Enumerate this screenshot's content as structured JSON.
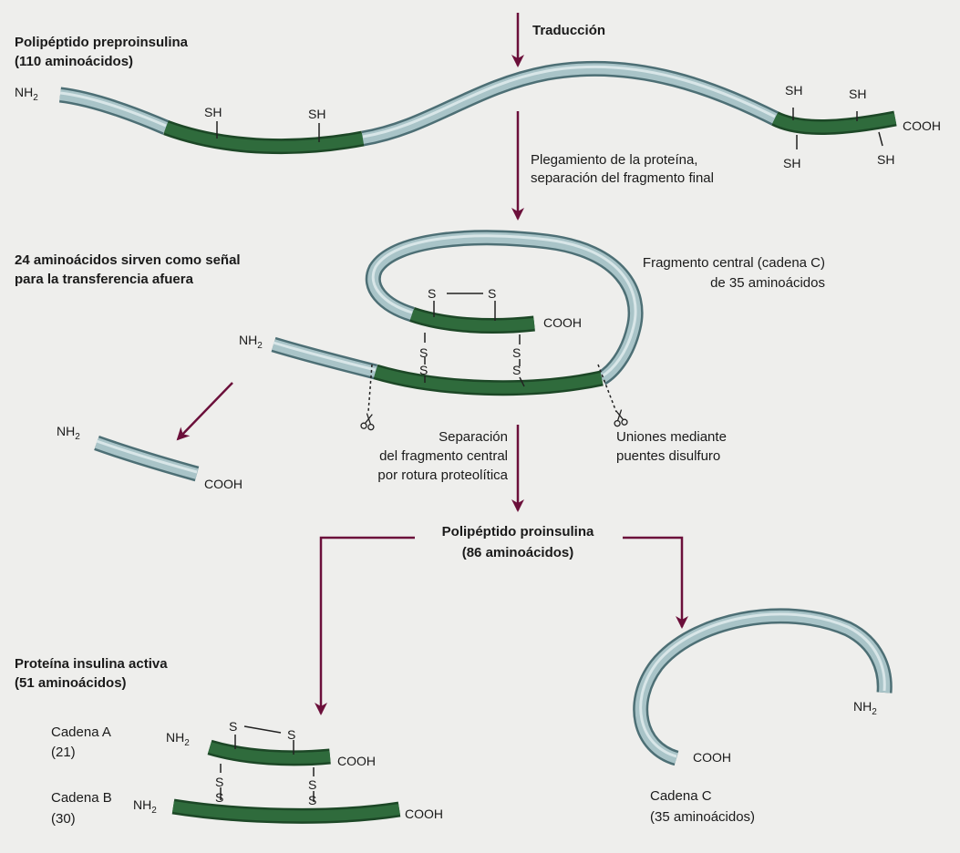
{
  "colors": {
    "background": "#eeeeec",
    "chain_gray": "#9fbcc0",
    "chain_gray_dark": "#5c7c82",
    "chain_green": "#2f6b3c",
    "chain_green_dark": "#1c4726",
    "arrow": "#6b0f3a"
  },
  "labels": {
    "translation": "Traducción",
    "preproinsulin_title": "Polipéptido preproinsulina",
    "preproinsulin_count": "(110 aminoácidos)",
    "folding_line1": "Plegamiento de la proteína,",
    "folding_line2": "separación del fragmento final",
    "signal_line1": "24 aminoácidos sirven como señal",
    "signal_line2": "para la transferencia afuera",
    "central_line1": "Fragmento central (cadena C)",
    "central_line2": "de 35 aminoácidos",
    "separation_line1": "Separación",
    "separation_line2": "del fragmento central",
    "separation_line3": "por rotura proteolítica",
    "bridges_line1": "Uniones mediante",
    "bridges_line2": "puentes disulfuro",
    "proinsulin_title": "Polipéptido proinsulina",
    "proinsulin_count": "(86 aminoácidos)",
    "active_title": "Proteína insulina activa",
    "active_count": "(51 aminoácidos)",
    "chain_a_name": "Cadena A",
    "chain_a_count": "(21)",
    "chain_b_name": "Cadena B",
    "chain_b_count": "(30)",
    "chain_c_name": "Cadena C",
    "chain_c_count": "(35 aminoácidos)"
  },
  "chem": {
    "nh2": "NH",
    "nh2_sub": "2",
    "cooh": "COOH",
    "sh": "SH",
    "s": "S"
  },
  "icons": {
    "scissors": "scissors-icon"
  }
}
